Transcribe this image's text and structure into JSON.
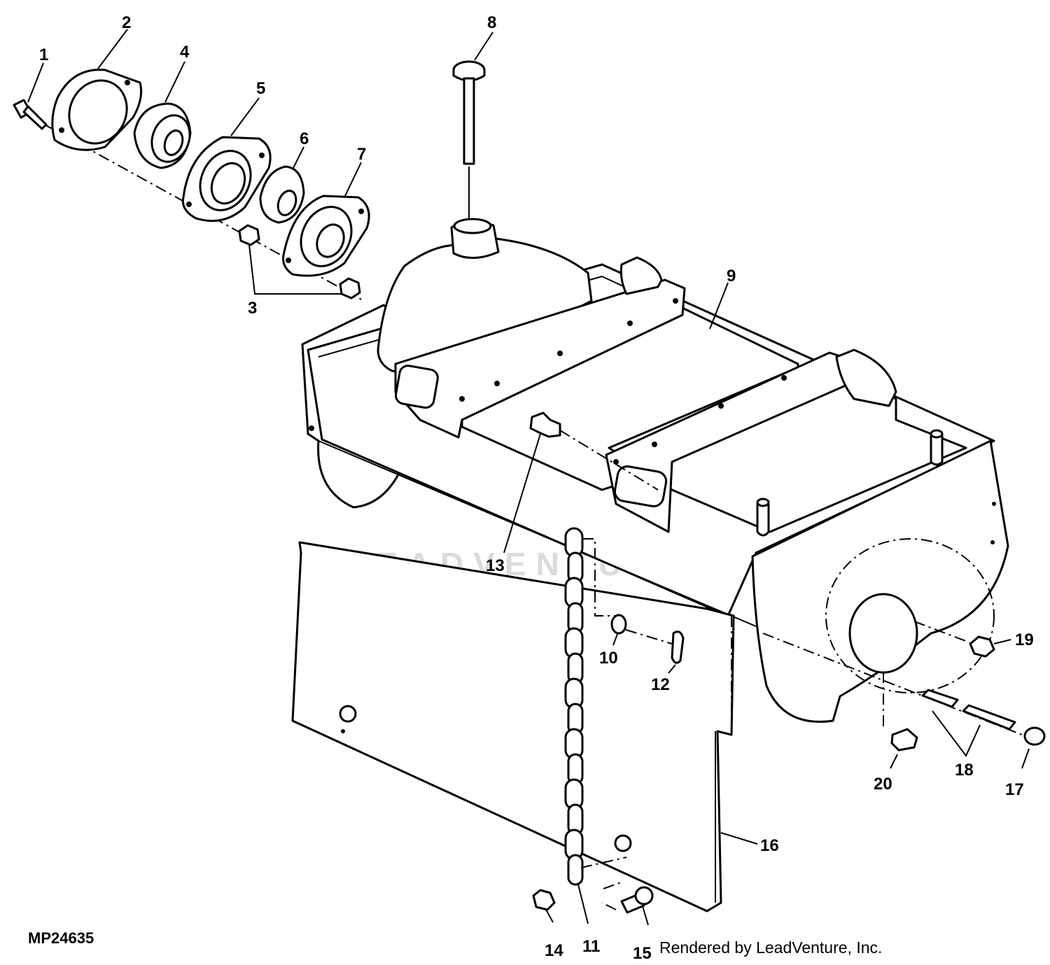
{
  "figure_id": "MP24635",
  "credit": "Rendered by LeadVenture, Inc.",
  "watermark": "LEADVENTURE",
  "callouts": {
    "c1": "1",
    "c2": "2",
    "c3": "3",
    "c4": "4",
    "c5": "5",
    "c6": "6",
    "c7": "7",
    "c8": "8",
    "c9": "9",
    "c10": "10",
    "c11": "11",
    "c12": "12",
    "c13": "13",
    "c14": "14",
    "c15": "15",
    "c16": "16",
    "c17": "17",
    "c18": "18",
    "c19": "19",
    "c20": "20"
  }
}
